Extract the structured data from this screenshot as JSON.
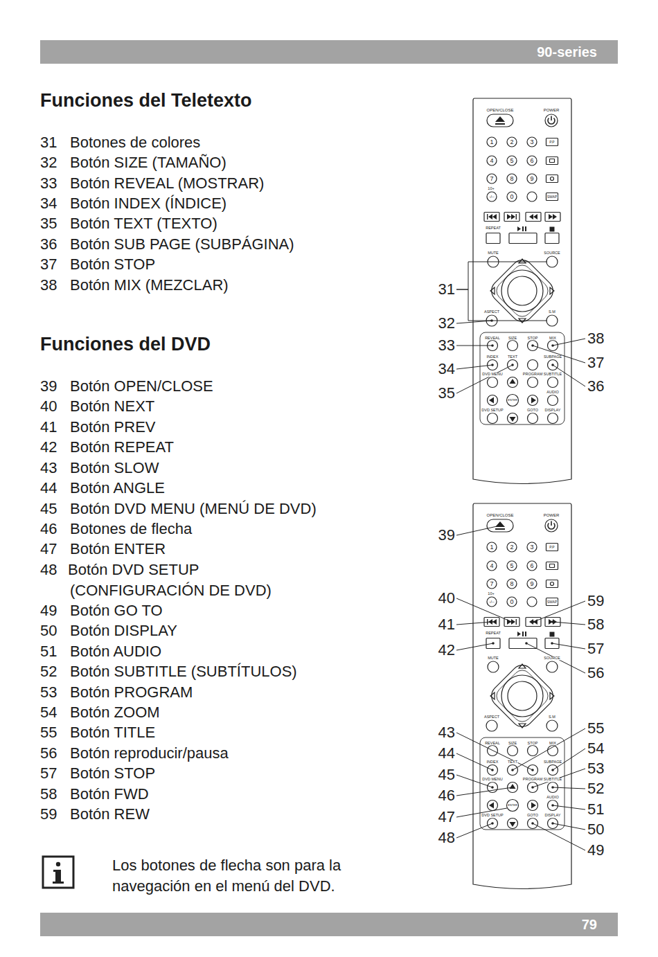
{
  "diagram": {
    "title": "Funciones del Teletexto",
    "nodes": [
      {
        "text": [
          "90-series"
        ]
      },
      {
        "text": [
          "79"
        ]
      }
    ],
    "labels": [
      "Funciones del DVD",
      "31",
      "Botones de colores",
      "32",
      "Botón SIZE (TAMAÑO)",
      "33",
      "Botón REVEAL (MOSTRAR)",
      "34",
      "Botón INDEX (ÍNDICE)",
      "35",
      "Botón TEXT (TEXTO)",
      "36",
      "Botón SUB PAGE (SUBPÁGINA)",
      "37",
      "Botón STOP",
      "38",
      "Botón MIX (MEZCLAR)",
      "39",
      "Botón OPEN/CLOSE",
      "40",
      "Botón NEXT",
      "41",
      "Botón PREV",
      "42",
      "Botón REPEAT",
      "43",
      "Botón SLOW",
      "44",
      "Botón ANGLE",
      "45",
      "Botón DVD MENU (MENÚ DE DVD)",
      "46",
      "Botones de flecha",
      "47",
      "Botón ENTER",
      "48",
      "Botón DVD SETUP (CONFIGURACIÓN DE DVD)",
      "49",
      "Botón GO TO",
      "50",
      "Botón DISPLAY",
      "51",
      "Botón AUDIO",
      "52",
      "Botón SUBTITLE (SUBTÍTULOS)",
      "53",
      "Botón PROGRAM",
      "54",
      "Botón ZOOM",
      "55",
      "Botón TITLE",
      "56",
      "Botón reproducir/pausa",
      "57",
      "Botón STOP",
      "58",
      "Botón FWD",
      "59",
      "Botón REW",
      "Los botones de flecha son para la navegación en el menú del DVD.",
      "31",
      "32",
      "33",
      "34",
      "35",
      "38",
      "37",
      "36",
      "39",
      "40",
      "41",
      "42",
      "43",
      "44",
      "45",
      "46",
      "47",
      "48",
      "59",
      "58",
      "57",
      "56",
      "55",
      "54",
      "53",
      "52",
      "51",
      "50",
      "49",
      "OPEN/CLOSE",
      "POWER",
      "1",
      "2",
      "3",
      "P.P",
      "4",
      "5",
      "6",
      "7",
      "8",
      "9",
      "10+",
      "-/--",
      "0",
      "SWAP",
      "REPEAT",
      "MUTE",
      "SOURCE",
      "ASPECT",
      "S.M",
      "REVEAL",
      "SIZE",
      "STOP",
      "MIX",
      "INDEX",
      "TEXT",
      "SUBPAGE",
      "DVD MENU",
      "PROGRAM",
      "SUBTITLE",
      "AUDIO",
      "DVD SETUP",
      "GOTO",
      "DISPLAY",
      "ENTER",
      "OPEN/CLOSE",
      "POWER",
      "1",
      "2",
      "3",
      "P.P",
      "4",
      "5",
      "6",
      "7",
      "8",
      "9",
      "10+",
      "-/--",
      "0",
      "SWAP",
      "REPEAT",
      "MUTE",
      "SOURCE",
      "ASPECT",
      "S.M",
      "REVEAL",
      "SIZE",
      "STOP",
      "MIX",
      "INDEX",
      "TEXT",
      "SUBPAGE",
      "DVD MENU",
      "PROGRAM",
      "SUBTITLE",
      "AUDIO",
      "DVD SETUP",
      "GOTO",
      "DISPLAY",
      "ENTER"
    ]
  }
}
